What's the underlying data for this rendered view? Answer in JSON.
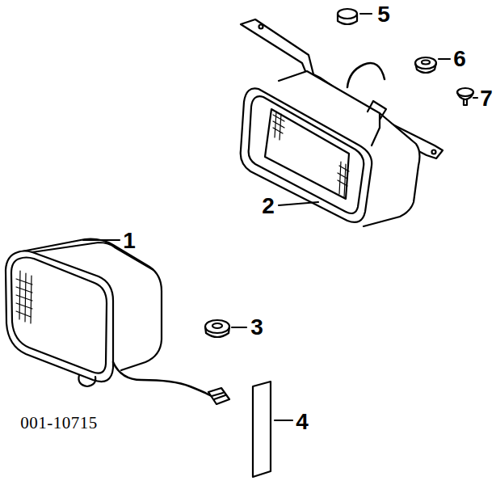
{
  "diagram": {
    "labels": [
      "5",
      "6",
      "7",
      "2",
      "1",
      "3",
      "4",
      "001-10715"
    ]
  }
}
